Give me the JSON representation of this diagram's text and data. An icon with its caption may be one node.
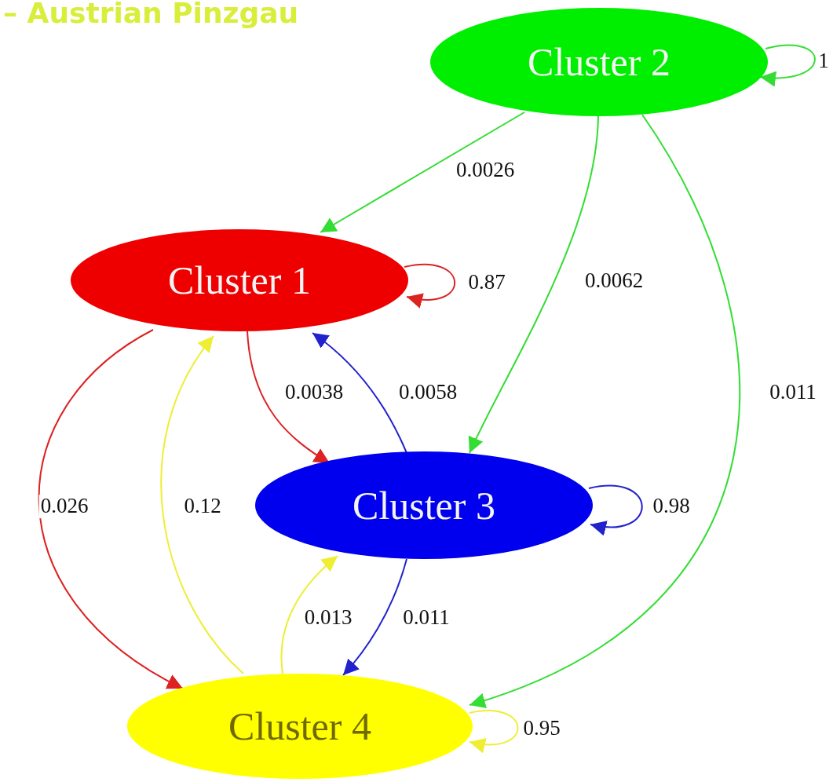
{
  "diagram": {
    "title": "– Austrian Pinzgau",
    "nodes": [
      {
        "text": [
          "Cluster 2"
        ]
      },
      {
        "text": [
          "Cluster 1"
        ]
      },
      {
        "text": [
          "Cluster 3"
        ]
      },
      {
        "text": [
          "Cluster 4"
        ]
      }
    ],
    "edges": [
      {
        "from": 0,
        "to": 0,
        "arrow": "to",
        "label": "1",
        "color": "#33dd33"
      },
      {
        "from": 0,
        "to": 1,
        "arrow": "to",
        "label": "0.0026",
        "color": "#33dd33"
      },
      {
        "from": 0,
        "to": 2,
        "arrow": "to",
        "label": "0.0062",
        "color": "#33dd33"
      },
      {
        "from": 0,
        "to": 3,
        "arrow": "to",
        "label": "0.011",
        "color": "#33dd33"
      },
      {
        "from": 1,
        "to": 1,
        "arrow": "to",
        "label": "0.87",
        "color": "#dd2222"
      },
      {
        "from": 1,
        "to": 2,
        "arrow": "to",
        "label": "0.0038",
        "color": "#dd2222"
      },
      {
        "from": 1,
        "to": 3,
        "arrow": "to",
        "label": "0.026",
        "color": "#dd2222"
      },
      {
        "from": 2,
        "to": 1,
        "arrow": "to",
        "label": "0.0058",
        "color": "#2222cc"
      },
      {
        "from": 2,
        "to": 2,
        "arrow": "to",
        "label": "0.98",
        "color": "#2222cc"
      },
      {
        "from": 2,
        "to": 3,
        "arrow": "to",
        "label": "0.011",
        "color": "#2222cc"
      },
      {
        "from": 3,
        "to": 1,
        "arrow": "to",
        "label": "0.12",
        "color": "#eeee33"
      },
      {
        "from": 3,
        "to": 2,
        "arrow": "to",
        "label": "0.013",
        "color": "#eeee33"
      },
      {
        "from": 3,
        "to": 3,
        "arrow": "to",
        "label": "0.95",
        "color": "#eeee33"
      }
    ]
  }
}
